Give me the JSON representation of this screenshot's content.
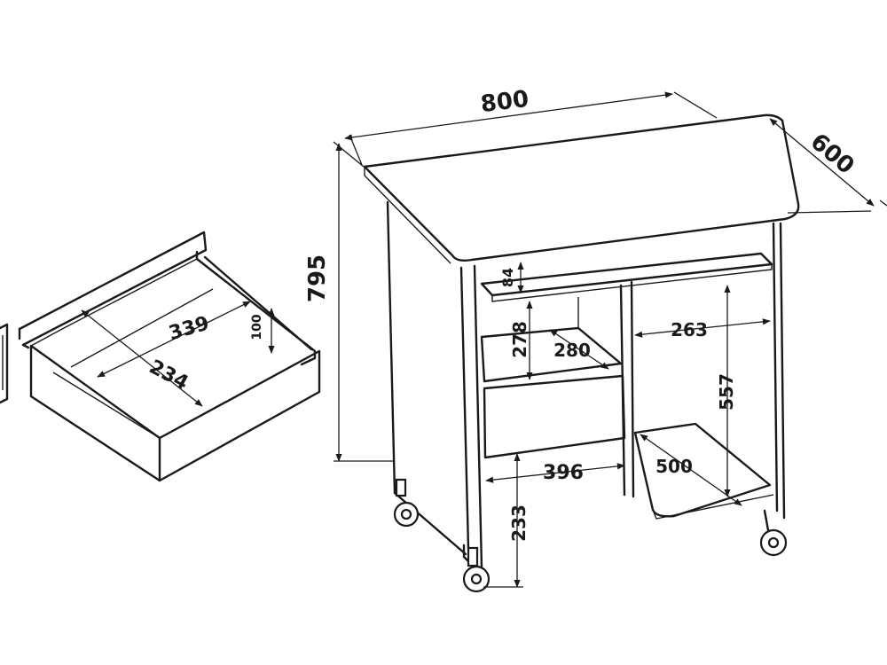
{
  "desk": {
    "width": "800",
    "depth": "600",
    "height": "795",
    "keyboard_gap": "84",
    "niche_height": "278",
    "niche_depth": "280",
    "cpu_width": "263",
    "cpu_height": "557",
    "knee_width": "396",
    "cpu_shelf_depth": "500",
    "knee_height": "233"
  },
  "drawer": {
    "inner_length": "339",
    "inner_width": "234",
    "inner_height": "100"
  }
}
